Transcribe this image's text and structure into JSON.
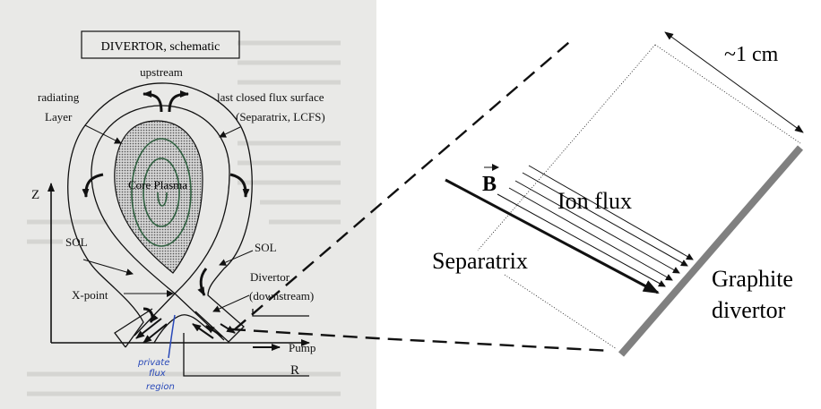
{
  "schematic": {
    "title": "DIVERTOR, schematic",
    "upstream": "upstream",
    "radiating_line1": "radiating",
    "radiating_line2": "Layer",
    "lcfs_line1": "last closed flux surface",
    "lcfs_line2": "(Separatrix, LCFS)",
    "core": "Core Plasma",
    "z_axis": "Z",
    "r_axis": "R",
    "sol_left": "SOL",
    "sol_right": "SOL",
    "xpoint": "X-point",
    "divertor_line1": "Divertor",
    "divertor_line2": "(downstream)",
    "pump": "Pump",
    "handwritten_line1": "private",
    "handwritten_line2": "flux",
    "handwritten_line3": "region"
  },
  "zoom_view": {
    "width_label": "~1 cm",
    "b_label": "B",
    "ion_flux": "Ion flux",
    "separatrix": "Separatrix",
    "target_line1": "Graphite",
    "target_line2": "divertor"
  },
  "colors": {
    "page_bg": "#e9e9e7",
    "target": "#808080",
    "ink": "#111111",
    "handwriting": "#2848b8",
    "core_green": "#2f5f3f"
  }
}
